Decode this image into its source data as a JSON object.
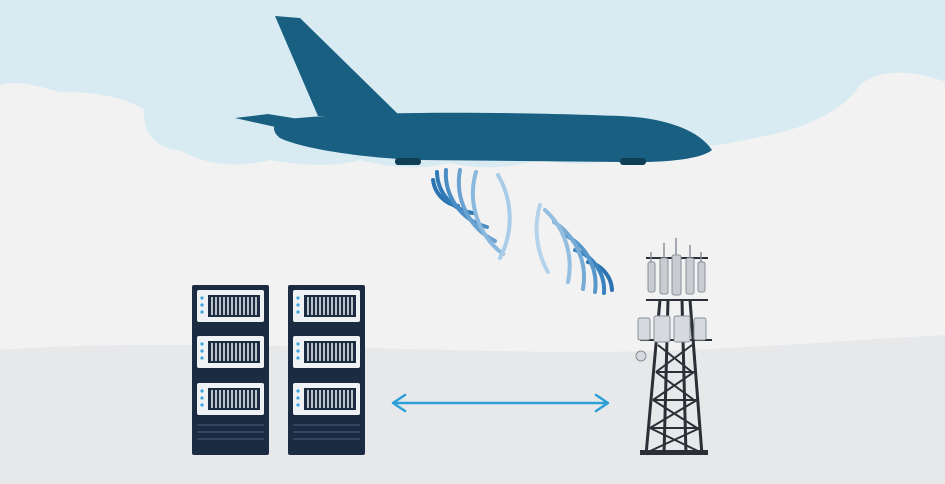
{
  "scene": {
    "elements": [
      "sky-clouds",
      "airplane",
      "airplane-signal-waves",
      "tower-signal-waves",
      "cell-tower",
      "server-rack-1",
      "server-rack-2",
      "bidirectional-arrow"
    ]
  },
  "colors": {
    "sky": "#d9ebf2",
    "background": "#f2f2f3",
    "ground": "#e7e8ea",
    "airplane": "#185f82",
    "wave_dark": "#2a73b0",
    "wave_light": "#a9cde8",
    "rack": "#1b2c42",
    "rack_panel": "#eef2f5",
    "rack_led": "#3aa5dc",
    "arrow": "#2d9fd6",
    "tower_lattice": "#2b2f36",
    "tower_antenna": "#c9cdd2"
  },
  "icons": {
    "airplane": "airplane-icon",
    "signal": "wireless-signal-icon",
    "tower": "cell-tower-icon",
    "server": "server-rack-icon",
    "arrow": "double-arrow-icon"
  }
}
